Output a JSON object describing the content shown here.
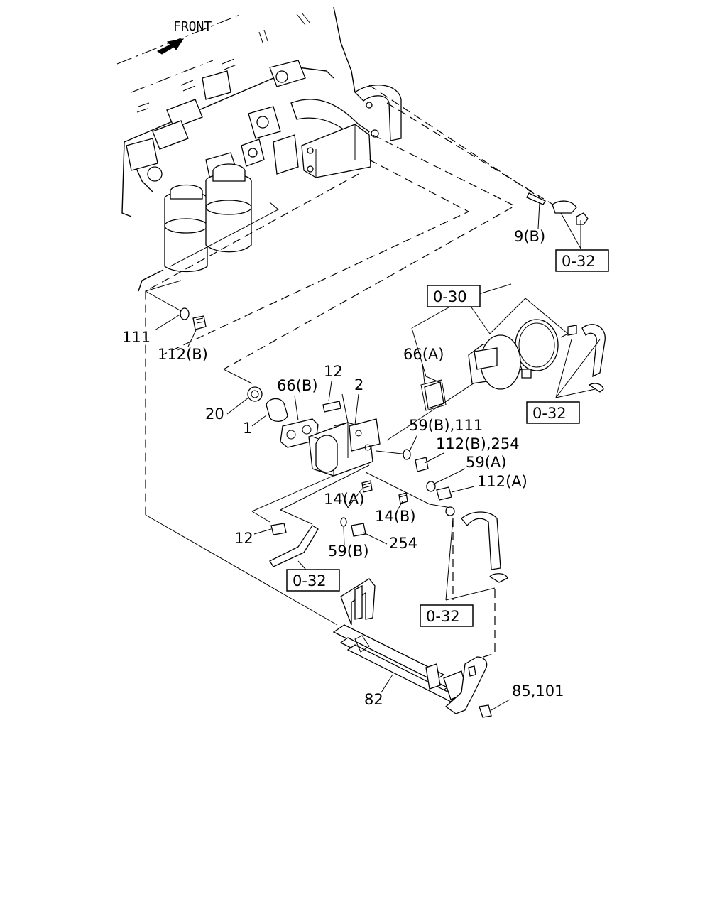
{
  "orientation": {
    "front_label": "FRONT"
  },
  "callouts": [
    {
      "id": "c-9b",
      "text": "9(B)"
    },
    {
      "id": "c-111-top",
      "text": "111"
    },
    {
      "id": "c-112b-top",
      "text": "112(B)"
    },
    {
      "id": "c-66a",
      "text": "66(A)"
    },
    {
      "id": "c-12-top",
      "text": "12"
    },
    {
      "id": "c-66b",
      "text": "66(B)"
    },
    {
      "id": "c-2",
      "text": "2"
    },
    {
      "id": "c-20",
      "text": "20"
    },
    {
      "id": "c-1",
      "text": "1"
    },
    {
      "id": "c-59b-111",
      "text": "59(B),111"
    },
    {
      "id": "c-112b-254",
      "text": "112(B),254"
    },
    {
      "id": "c-59a",
      "text": "59(A)"
    },
    {
      "id": "c-112a",
      "text": "112(A)"
    },
    {
      "id": "c-14a",
      "text": "14(A)"
    },
    {
      "id": "c-14b",
      "text": "14(B)"
    },
    {
      "id": "c-12-bottom",
      "text": "12"
    },
    {
      "id": "c-59b-bottom",
      "text": "59(B)"
    },
    {
      "id": "c-254",
      "text": "254"
    },
    {
      "id": "c-82",
      "text": "82"
    },
    {
      "id": "c-85-101",
      "text": "85,101"
    }
  ],
  "references": [
    {
      "id": "ref-0-32-a",
      "text": "0-32"
    },
    {
      "id": "ref-0-30",
      "text": "0-30"
    },
    {
      "id": "ref-0-32-b",
      "text": "0-32"
    },
    {
      "id": "ref-0-32-c",
      "text": "0-32"
    },
    {
      "id": "ref-0-32-d",
      "text": "0-32"
    }
  ]
}
